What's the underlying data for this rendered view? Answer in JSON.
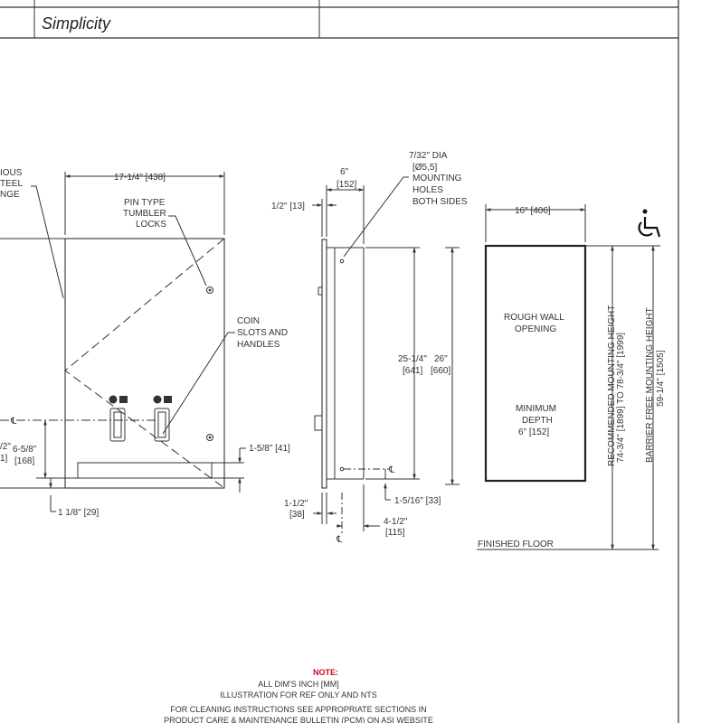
{
  "title_block": {
    "series": "Simplicity"
  },
  "front_view": {
    "label_hinge_l1": "IOUS",
    "label_hinge_l2": "TEEL",
    "label_hinge_l3": "NGE",
    "width_dim": "17-1/4\" [438]",
    "locks_l1": "PIN TYPE",
    "locks_l2": "TUMBLER",
    "locks_l3": "LOCKS",
    "coin_l1": "COIN",
    "coin_l2": "SLOTS AND",
    "coin_l3": "HANDLES",
    "cl": "℄",
    "dim_left_a": "/2\"",
    "dim_left_b": "1]",
    "dim_658_a": "6-5/8\"",
    "dim_658_b": "[168]",
    "dim_158": "1-5/8\" [41]",
    "dim_118": "1 1/8\" [29]"
  },
  "side_view": {
    "holes_l1": "7/32\" DIA",
    "holes_l2": "[Ø5,5]",
    "holes_l3": "MOUNTING",
    "holes_l4": "HOLES",
    "holes_l5": "BOTH SIDES",
    "depth_a": "6\"",
    "depth_b": "[152]",
    "flange": "1/2\" [13]",
    "h_inner_a": "25-1/4\"",
    "h_inner_b": "[641]",
    "h_outer_a": "26\"",
    "h_outer_b": "[660]",
    "cl": "℄",
    "dim_1516": "1-5/16\" [33]",
    "dim_112_a": "1-1/2\"",
    "dim_112_b": "[38]",
    "dim_412_a": "4-1/2\"",
    "dim_412_b": "[115]"
  },
  "wall_opening": {
    "width_dim": "16\" [406]",
    "rough_l1": "ROUGH WALL",
    "rough_l2": "OPENING",
    "min_l1": "MINIMUM",
    "min_l2": "DEPTH",
    "min_l3": "6\" [152]",
    "rec_l1": "RECOMMENDED MOUNTING HEIGHT",
    "rec_l2": "74-3/4\" [1899] TO 78-3/4\" [1999]",
    "bf_l1": "BARRIER FREE MOUNTING HEIGHT",
    "bf_l2": "59-1/4\" [1505]",
    "floor": "FINISHED FLOOR"
  },
  "note": {
    "title": "NOTE:",
    "line1": "ALL DIM'S INCH [MM]",
    "line2": "ILLUSTRATION FOR REF ONLY AND NTS",
    "line3": "FOR CLEANING INSTRUCTIONS SEE APPROPRIATE SECTIONS IN",
    "line4": "PRODUCT CARE & MAINTENANCE BULLETIN (PCM) ON ASI WEBSITE"
  }
}
